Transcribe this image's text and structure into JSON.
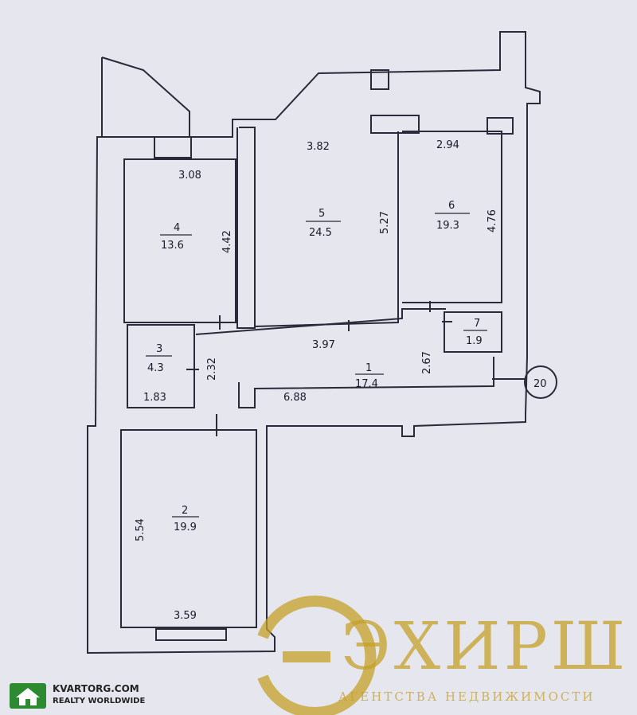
{
  "rooms": [
    {
      "num": "1",
      "area": "17.4"
    },
    {
      "num": "2",
      "area": "19.9"
    },
    {
      "num": "3",
      "area": "4.3"
    },
    {
      "num": "4",
      "area": "13.6"
    },
    {
      "num": "5",
      "area": "24.5"
    },
    {
      "num": "6",
      "area": "19.3"
    },
    {
      "num": "7",
      "area": "1.9"
    }
  ],
  "dimensions": {
    "d_3_08": "3.08",
    "d_4_42": "4.42",
    "d_3_82": "3.82",
    "d_5_27": "5.27",
    "d_2_94": "2.94",
    "d_4_76": "4.76",
    "d_3_97": "3.97",
    "d_2_67": "2.67",
    "d_2_32": "2.32",
    "d_1_83": "1.83",
    "d_6_88": "6.88",
    "d_5_54": "5.54",
    "d_3_59": "3.59"
  },
  "apartment_marker": "20",
  "watermark": {
    "word": "ЭХИРШ",
    "tagline": "АГЕНТСТВА НЕДВИЖИМОСТИ"
  },
  "kvartorg": {
    "name": "KVARTORG.COM",
    "tagline": "REALTY WORLDWIDE",
    "icon": "house-icon"
  },
  "colors": {
    "paper": "#e6e6ee",
    "wall": "#2a2a3a",
    "watermark": "#c4a028",
    "badge": "#2d8a30"
  }
}
